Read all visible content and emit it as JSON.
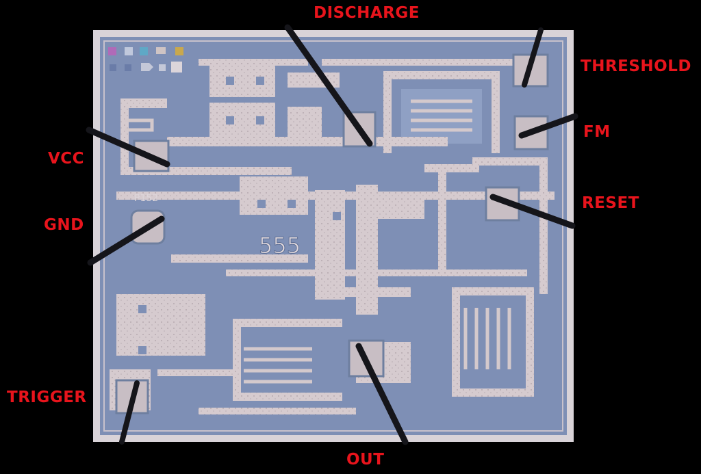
{
  "pins": {
    "discharge": "DISCHARGE",
    "threshold": "THRESHOLD",
    "fm": "FM",
    "vcc": "VCC",
    "reset": "RESET",
    "gnd": "GND",
    "trigger": "TRIGGER",
    "out": "OUT"
  },
  "die": {
    "chip_marking": "555",
    "part_code": "P152"
  },
  "colors": {
    "background": "#000000",
    "die_base": "#7e8fb5",
    "metal": "#d4c9cc",
    "label": "#e8141c"
  }
}
